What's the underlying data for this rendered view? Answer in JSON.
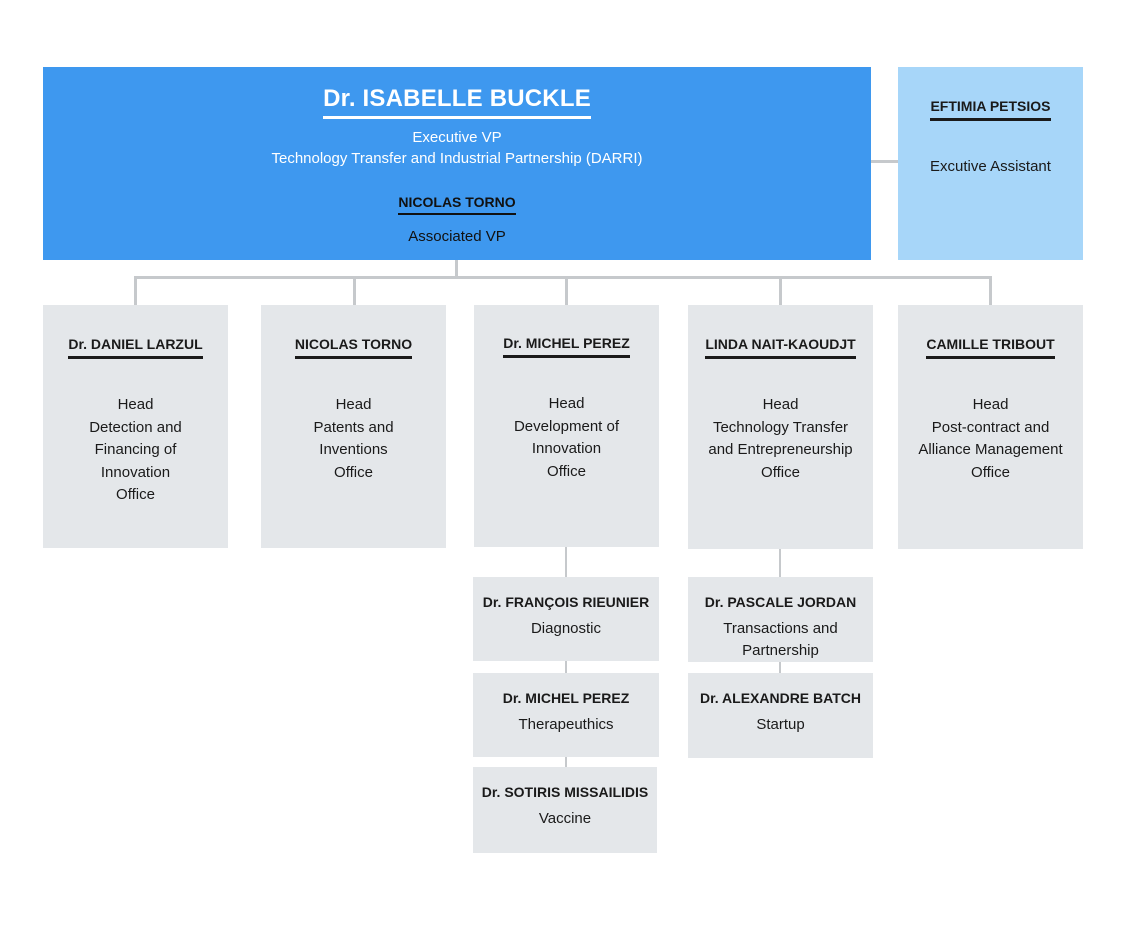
{
  "executive": {
    "name": "Dr. ISABELLE BUCKLE",
    "title_line1": "Executive VP",
    "title_line2": "Technology Transfer and Industrial Partnership (DARRI)",
    "deputy_name": "NICOLAS TORNO",
    "deputy_title": "Associated VP"
  },
  "assistant": {
    "name": "EFTIMIA PETSIOS",
    "role": "Excutive Assistant"
  },
  "offices": [
    {
      "name": "Dr. DANIEL LARZUL",
      "desc": "Head\nDetection and\nFinancing of\nInnovation\nOffice"
    },
    {
      "name": "NICOLAS TORNO",
      "desc": "Head\nPatents and\nInventions\nOffice"
    },
    {
      "name": "Dr. MICHEL PEREZ",
      "desc": "Head\nDevelopment of\nInnovation\nOffice"
    },
    {
      "name": "LINDA NAIT-KAOUDJT",
      "desc": "Head\nTechnology Transfer\nand Entrepreneurship\nOffice"
    },
    {
      "name": "CAMILLE TRIBOUT",
      "desc": "Head\nPost-contract and\nAlliance Management\nOffice"
    }
  ],
  "innovation_units": [
    {
      "name": "Dr. FRANÇOIS RIEUNIER",
      "desc": "Diagnostic"
    },
    {
      "name": "Dr. MICHEL PEREZ",
      "desc": "Therapeuthics"
    },
    {
      "name": "Dr. SOTIRIS MISSAILIDIS",
      "desc": "Vaccine"
    }
  ],
  "transfer_units": [
    {
      "name": "Dr. PASCALE JORDAN",
      "desc": "Transactions and\nPartnership"
    },
    {
      "name": "Dr. ALEXANDRE BATCH",
      "desc": "Startup"
    }
  ],
  "colors": {
    "executive_fill": "#3e98ef",
    "assistant_fill": "#a7d6f9",
    "box_fill": "#e4e7ea",
    "connector": "#c6c9cc"
  }
}
